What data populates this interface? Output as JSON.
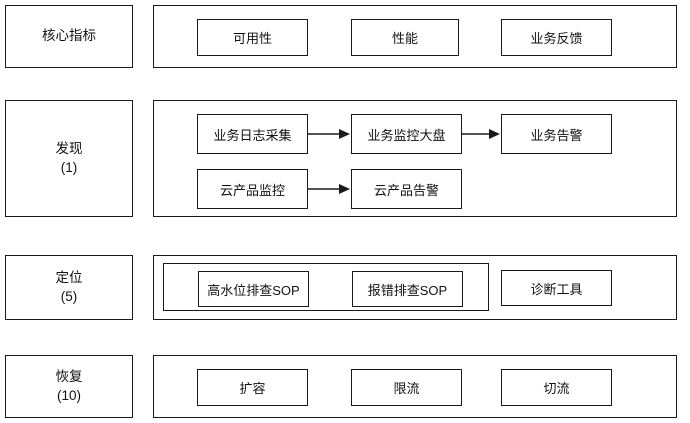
{
  "diagram": {
    "type": "incident-response-capability-map",
    "rows": [
      {
        "category": "核心指标",
        "count": "",
        "nodes": [
          {
            "label": "可用性"
          },
          {
            "label": "性能"
          },
          {
            "label": "业务反馈"
          }
        ]
      },
      {
        "category": "发现",
        "count": "(1)",
        "nodes": [
          {
            "label": "业务日志采集"
          },
          {
            "label": "业务监控大盘"
          },
          {
            "label": "业务告警"
          },
          {
            "label": "云产品监控"
          },
          {
            "label": "云产品告警"
          }
        ]
      },
      {
        "category": "定位",
        "count": "(5)",
        "nodes": [
          {
            "label": "高水位排查SOP"
          },
          {
            "label": "报错排查SOP"
          },
          {
            "label": "诊断工具"
          }
        ]
      },
      {
        "category": "恢复",
        "count": "(10)",
        "nodes": [
          {
            "label": "扩容"
          },
          {
            "label": "限流"
          },
          {
            "label": "切流"
          }
        ]
      }
    ],
    "connectors": [
      {
        "from": "业务日志采集",
        "to": "业务监控大盘"
      },
      {
        "from": "业务监控大盘",
        "to": "业务告警"
      },
      {
        "from": "云产品监控",
        "to": "云产品告警"
      }
    ],
    "colors": {
      "stroke": "#1a1a1a",
      "fill": "#ffffff",
      "text": "#111111"
    }
  }
}
